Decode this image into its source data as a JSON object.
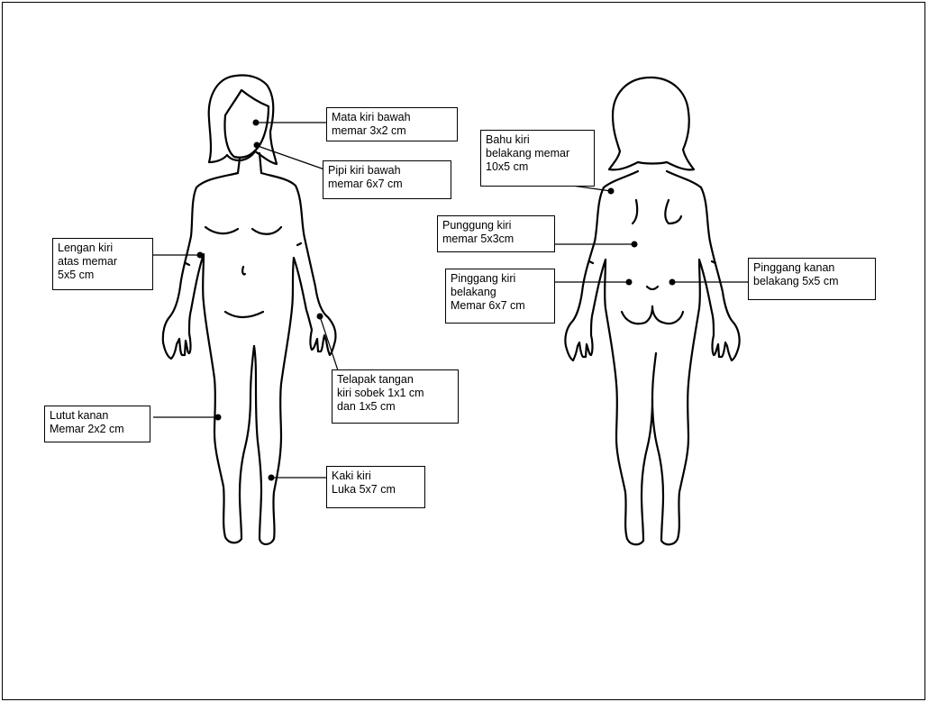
{
  "annotations": {
    "mata": "Mata kiri bawah\nmemar 3x2 cm",
    "pipi": "Pipi kiri bawah\nmemar 6x7 cm",
    "lengan": "Lengan kiri\natas memar\n5x5 cm",
    "telapak": "Telapak tangan\nkiri sobek 1x1 cm\ndan 1x5 cm",
    "lutut": "Lutut kanan\nMemar 2x2 cm",
    "kaki": "Kaki kiri\nLuka 5x7 cm",
    "bahu": "Bahu kiri\nbelakang memar\n10x5 cm",
    "punggung": "Punggung kiri\nmemar 5x3cm",
    "pinggang_kiri": "Pinggang kiri\nbelakang\nMemar 6x7 cm",
    "pinggang_kanan": "Pinggang kanan\nbelakang 5x5 cm"
  }
}
